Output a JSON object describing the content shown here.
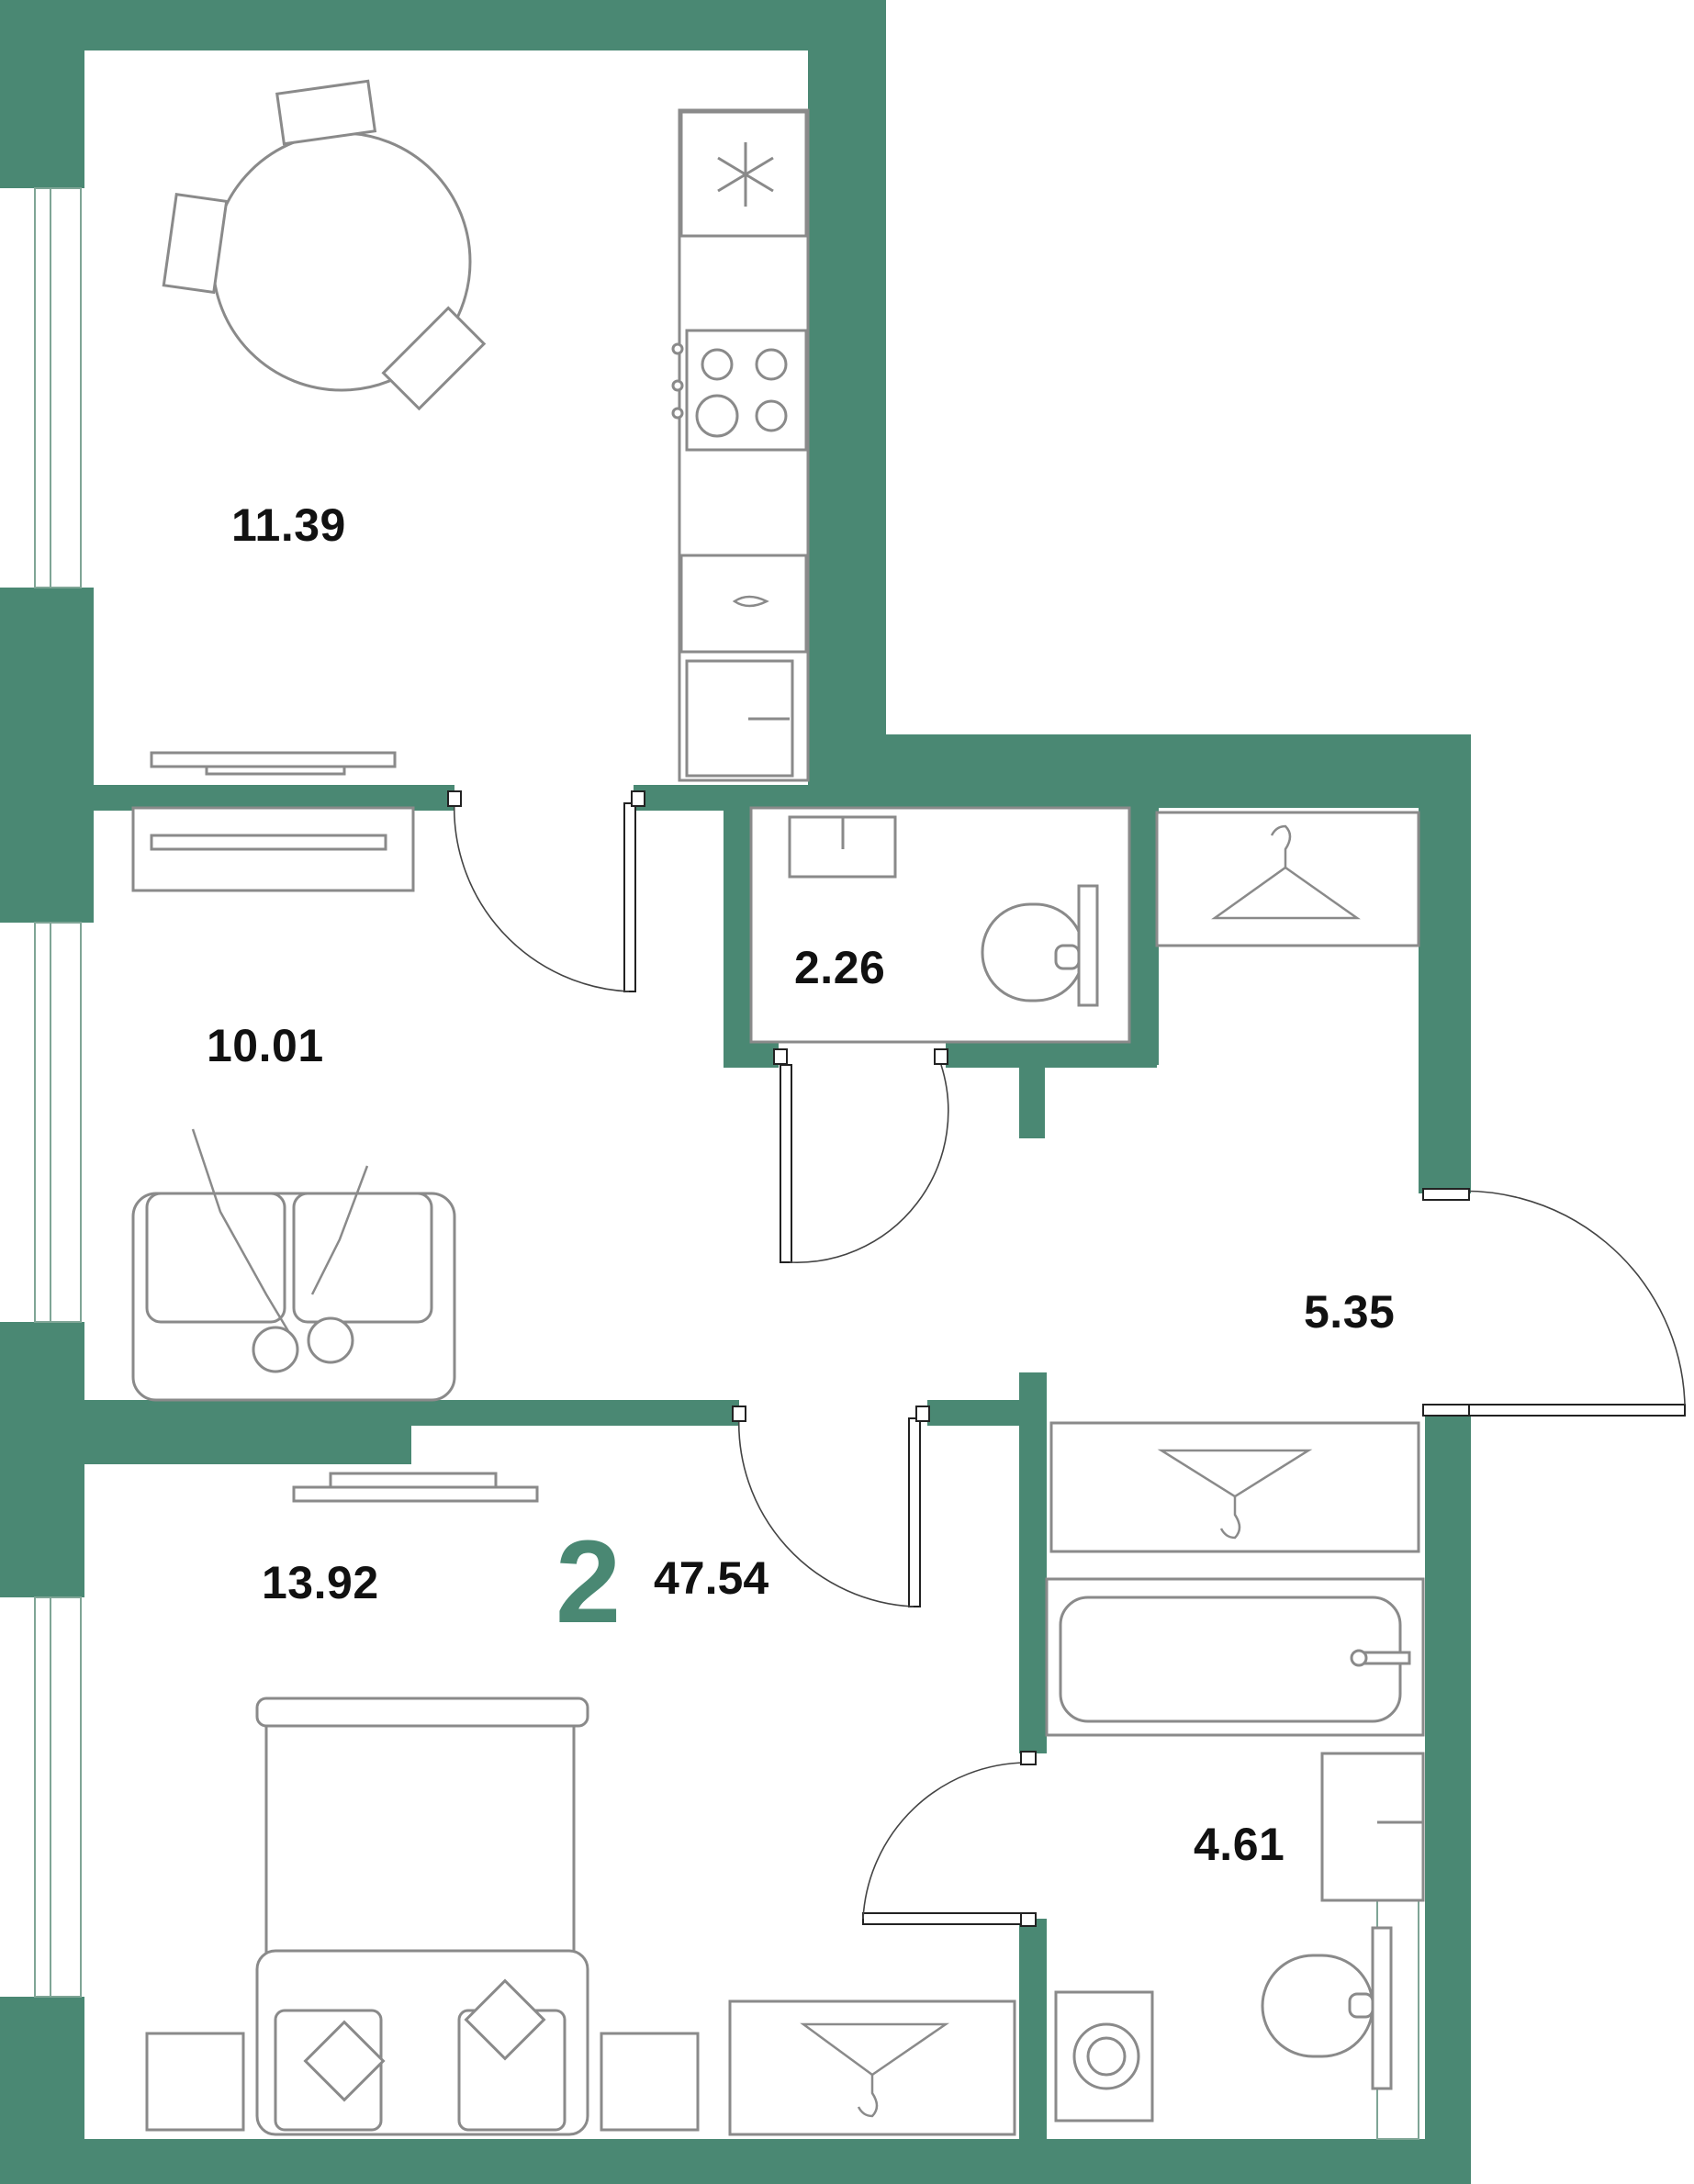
{
  "plan": {
    "rooms_count": "2",
    "total_area": "47.54",
    "wall_color": "#4a8873",
    "rooms": [
      {
        "id": "kitchen",
        "area": "11.39"
      },
      {
        "id": "living-room",
        "area": "10.01"
      },
      {
        "id": "bedroom",
        "area": "13.92"
      },
      {
        "id": "toilet",
        "area": "2.26"
      },
      {
        "id": "hallway",
        "area": "5.35"
      },
      {
        "id": "bathroom",
        "area": "4.61"
      }
    ],
    "icons": [
      "snowflake-icon",
      "stove-icon",
      "sink-icon",
      "toilet-icon",
      "hanger-icon",
      "bathtub-icon",
      "washing-machine-icon",
      "bed-icon",
      "sofa-icon",
      "tv-icon",
      "dining-table-icon"
    ]
  }
}
